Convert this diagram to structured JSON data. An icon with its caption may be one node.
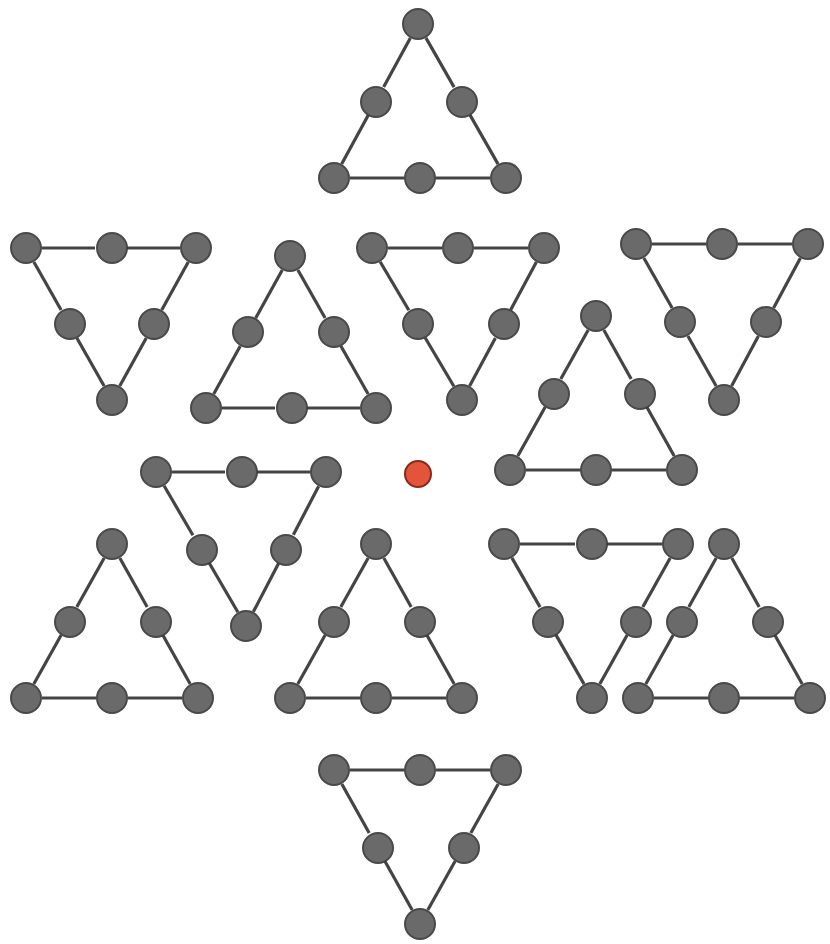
{
  "diagram": {
    "nodes": [
      {
        "text": [],
        "shape": "circle"
      },
      {
        "text": [],
        "shape": "circle"
      },
      {
        "text": [],
        "shape": "circle"
      },
      {
        "text": [],
        "shape": "circle"
      },
      {
        "text": [],
        "shape": "circle"
      },
      {
        "text": [],
        "shape": "circle"
      },
      {
        "text": [],
        "shape": "circle"
      },
      {
        "text": [],
        "shape": "circle"
      },
      {
        "text": [],
        "shape": "circle"
      },
      {
        "text": [],
        "shape": "circle"
      },
      {
        "text": [],
        "shape": "circle"
      },
      {
        "text": [],
        "shape": "circle"
      },
      {
        "text": [],
        "shape": "circle"
      },
      {
        "text": [],
        "shape": "circle"
      },
      {
        "text": [],
        "shape": "circle"
      },
      {
        "text": [],
        "shape": "circle"
      },
      {
        "text": [],
        "shape": "circle"
      },
      {
        "text": [],
        "shape": "circle"
      },
      {
        "text": [],
        "shape": "circle"
      },
      {
        "text": [],
        "shape": "circle"
      },
      {
        "text": [],
        "shape": "circle"
      },
      {
        "text": [],
        "shape": "circle"
      },
      {
        "text": [],
        "shape": "circle"
      },
      {
        "text": [],
        "shape": "circle"
      },
      {
        "text": [],
        "shape": "circle"
      },
      {
        "text": [],
        "shape": "circle"
      },
      {
        "text": [],
        "shape": "circle"
      },
      {
        "text": [],
        "shape": "circle"
      },
      {
        "text": [],
        "shape": "circle"
      },
      {
        "text": [],
        "shape": "circle"
      },
      {
        "text": [],
        "shape": "circle"
      },
      {
        "text": [],
        "shape": "circle"
      },
      {
        "text": [],
        "shape": "circle"
      },
      {
        "text": [],
        "shape": "circle"
      },
      {
        "text": [],
        "shape": "circle"
      },
      {
        "text": [],
        "shape": "circle"
      },
      {
        "text": [],
        "shape": "circle"
      },
      {
        "text": [],
        "shape": "circle"
      },
      {
        "text": [],
        "shape": "circle"
      },
      {
        "text": [],
        "shape": "circle"
      },
      {
        "text": [],
        "shape": "circle"
      },
      {
        "text": [],
        "shape": "circle"
      },
      {
        "text": [],
        "shape": "circle"
      },
      {
        "text": [],
        "shape": "circle"
      },
      {
        "text": [],
        "shape": "circle"
      },
      {
        "text": [],
        "shape": "circle"
      },
      {
        "text": [],
        "shape": "circle"
      },
      {
        "text": [],
        "shape": "circle"
      },
      {
        "text": [],
        "shape": "circle"
      },
      {
        "text": [],
        "shape": "circle"
      },
      {
        "text": [],
        "shape": "circle"
      },
      {
        "text": [],
        "shape": "circle"
      },
      {
        "text": [],
        "shape": "circle"
      },
      {
        "text": [],
        "shape": "circle"
      },
      {
        "text": [],
        "shape": "circle"
      },
      {
        "text": [],
        "shape": "circle"
      },
      {
        "text": [],
        "shape": "circle"
      },
      {
        "text": [],
        "shape": "circle"
      },
      {
        "text": [],
        "shape": "circle"
      },
      {
        "text": [],
        "shape": "circle"
      },
      {
        "text": [],
        "shape": "circle"
      },
      {
        "text": [],
        "shape": "circle"
      },
      {
        "text": [],
        "shape": "circle"
      },
      {
        "text": [],
        "shape": "circle"
      },
      {
        "text": [],
        "shape": "circle"
      },
      {
        "text": [],
        "shape": "circle"
      },
      {
        "text": [],
        "shape": "circle"
      },
      {
        "text": [],
        "shape": "circle"
      },
      {
        "text": [],
        "shape": "circle"
      },
      {
        "text": [],
        "shape": "circle"
      },
      {
        "text": [],
        "shape": "circle"
      },
      {
        "text": [],
        "shape": "circle"
      },
      {
        "text": [],
        "shape": "circle"
      }
    ],
    "edges": [
      {
        "from": 0,
        "to": 1,
        "arrow": "none"
      },
      {
        "from": 1,
        "to": 2,
        "arrow": "none"
      },
      {
        "from": 2,
        "to": 3,
        "arrow": "none"
      },
      {
        "from": 3,
        "to": 4,
        "arrow": "none"
      },
      {
        "from": 4,
        "to": 5,
        "arrow": "none"
      },
      {
        "from": 5,
        "to": 0,
        "arrow": "none"
      },
      {
        "from": 6,
        "to": 7,
        "arrow": "none"
      },
      {
        "from": 7,
        "to": 8,
        "arrow": "none"
      },
      {
        "from": 8,
        "to": 9,
        "arrow": "none"
      },
      {
        "from": 9,
        "to": 10,
        "arrow": "none"
      },
      {
        "from": 10,
        "to": 11,
        "arrow": "none"
      },
      {
        "from": 11,
        "to": 6,
        "arrow": "none"
      },
      {
        "from": 12,
        "to": 13,
        "arrow": "none"
      },
      {
        "from": 13,
        "to": 14,
        "arrow": "none"
      },
      {
        "from": 14,
        "to": 15,
        "arrow": "none"
      },
      {
        "from": 15,
        "to": 16,
        "arrow": "none"
      },
      {
        "from": 16,
        "to": 17,
        "arrow": "none"
      },
      {
        "from": 17,
        "to": 12,
        "arrow": "none"
      },
      {
        "from": 18,
        "to": 19,
        "arrow": "none"
      },
      {
        "from": 19,
        "to": 20,
        "arrow": "none"
      },
      {
        "from": 20,
        "to": 21,
        "arrow": "none"
      },
      {
        "from": 21,
        "to": 22,
        "arrow": "none"
      },
      {
        "from": 22,
        "to": 23,
        "arrow": "none"
      },
      {
        "from": 23,
        "to": 18,
        "arrow": "none"
      },
      {
        "from": 24,
        "to": 25,
        "arrow": "none"
      },
      {
        "from": 25,
        "to": 26,
        "arrow": "none"
      },
      {
        "from": 26,
        "to": 27,
        "arrow": "none"
      },
      {
        "from": 27,
        "to": 28,
        "arrow": "none"
      },
      {
        "from": 28,
        "to": 29,
        "arrow": "none"
      },
      {
        "from": 29,
        "to": 24,
        "arrow": "none"
      },
      {
        "from": 30,
        "to": 31,
        "arrow": "none"
      },
      {
        "from": 31,
        "to": 32,
        "arrow": "none"
      },
      {
        "from": 32,
        "to": 33,
        "arrow": "none"
      },
      {
        "from": 33,
        "to": 34,
        "arrow": "none"
      },
      {
        "from": 34,
        "to": 35,
        "arrow": "none"
      },
      {
        "from": 35,
        "to": 30,
        "arrow": "none"
      },
      {
        "from": 36,
        "to": 37,
        "arrow": "none"
      },
      {
        "from": 37,
        "to": 38,
        "arrow": "none"
      },
      {
        "from": 38,
        "to": 39,
        "arrow": "none"
      },
      {
        "from": 39,
        "to": 40,
        "arrow": "none"
      },
      {
        "from": 40,
        "to": 41,
        "arrow": "none"
      },
      {
        "from": 41,
        "to": 36,
        "arrow": "none"
      },
      {
        "from": 43,
        "to": 44,
        "arrow": "none"
      },
      {
        "from": 44,
        "to": 45,
        "arrow": "none"
      },
      {
        "from": 45,
        "to": 46,
        "arrow": "none"
      },
      {
        "from": 46,
        "to": 47,
        "arrow": "none"
      },
      {
        "from": 47,
        "to": 48,
        "arrow": "none"
      },
      {
        "from": 48,
        "to": 43,
        "arrow": "none"
      },
      {
        "from": 49,
        "to": 50,
        "arrow": "none"
      },
      {
        "from": 50,
        "to": 51,
        "arrow": "none"
      },
      {
        "from": 51,
        "to": 52,
        "arrow": "none"
      },
      {
        "from": 52,
        "to": 53,
        "arrow": "none"
      },
      {
        "from": 53,
        "to": 54,
        "arrow": "none"
      },
      {
        "from": 54,
        "to": 49,
        "arrow": "none"
      },
      {
        "from": 55,
        "to": 56,
        "arrow": "none"
      },
      {
        "from": 56,
        "to": 57,
        "arrow": "none"
      },
      {
        "from": 57,
        "to": 58,
        "arrow": "none"
      },
      {
        "from": 58,
        "to": 59,
        "arrow": "none"
      },
      {
        "from": 59,
        "to": 60,
        "arrow": "none"
      },
      {
        "from": 60,
        "to": 55,
        "arrow": "none"
      },
      {
        "from": 61,
        "to": 62,
        "arrow": "none"
      },
      {
        "from": 62,
        "to": 63,
        "arrow": "none"
      },
      {
        "from": 63,
        "to": 64,
        "arrow": "none"
      },
      {
        "from": 64,
        "to": 65,
        "arrow": "none"
      },
      {
        "from": 65,
        "to": 66,
        "arrow": "none"
      },
      {
        "from": 66,
        "to": 61,
        "arrow": "none"
      },
      {
        "from": 67,
        "to": 68,
        "arrow": "none"
      },
      {
        "from": 68,
        "to": 69,
        "arrow": "none"
      },
      {
        "from": 69,
        "to": 70,
        "arrow": "none"
      },
      {
        "from": 70,
        "to": 71,
        "arrow": "none"
      },
      {
        "from": 71,
        "to": 72,
        "arrow": "none"
      },
      {
        "from": 72,
        "to": 67,
        "arrow": "none"
      }
    ]
  }
}
